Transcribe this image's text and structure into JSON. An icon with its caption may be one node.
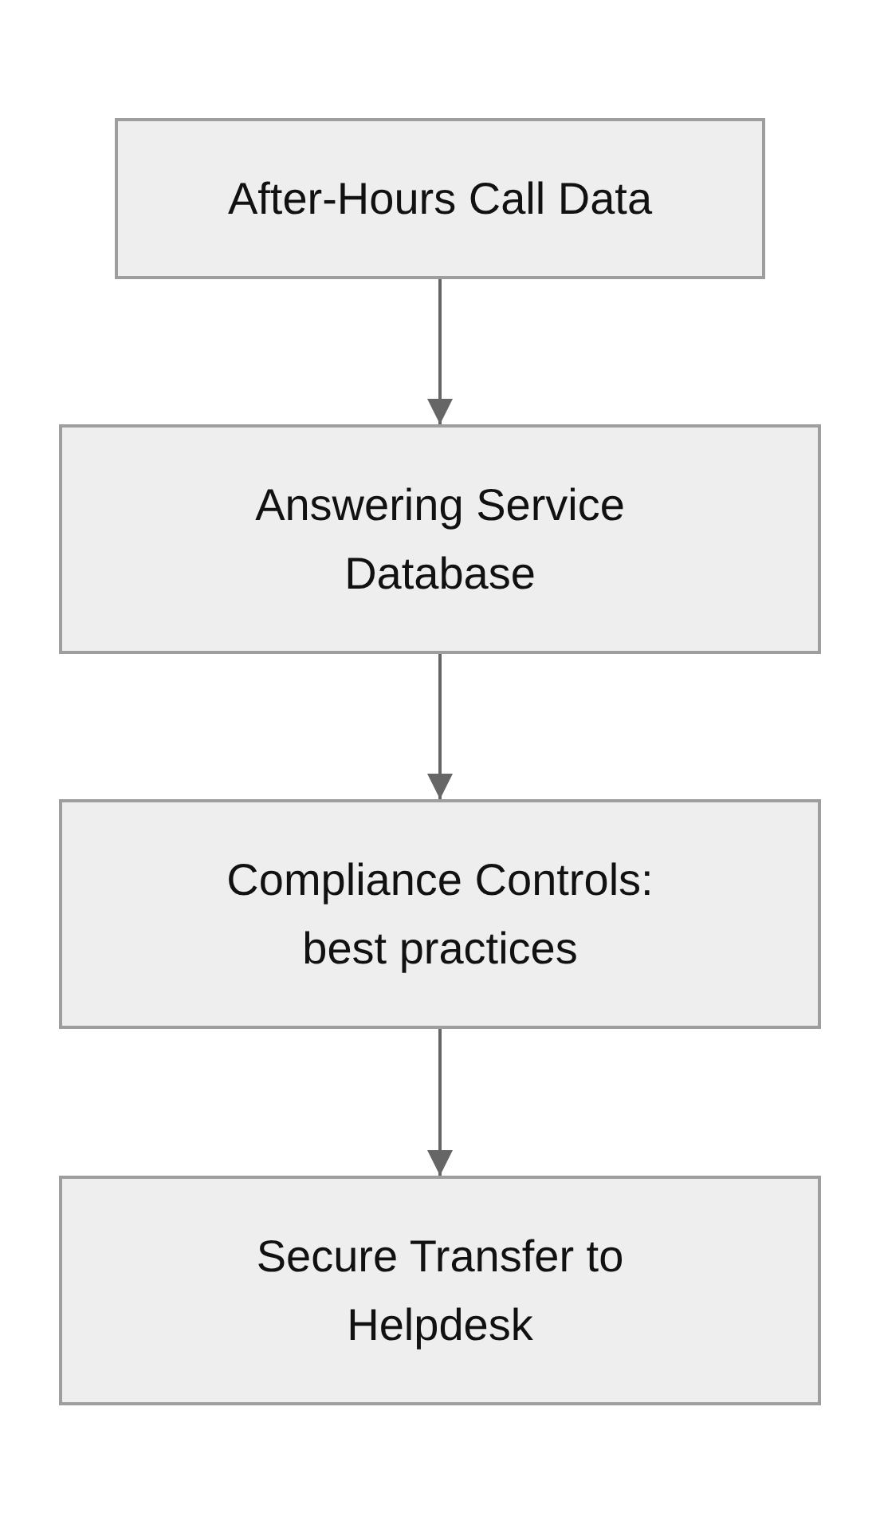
{
  "diagram": {
    "nodes": [
      {
        "text": [
          "After-Hours Call Data"
        ]
      },
      {
        "text": [
          "Answering Service Database"
        ]
      },
      {
        "text": [
          "Compliance Controls: best practices"
        ]
      },
      {
        "text": [
          "Secure Transfer to Helpdesk"
        ]
      }
    ],
    "edges": [
      {
        "from": 0,
        "to": 1,
        "arrow": "to"
      },
      {
        "from": 1,
        "to": 2,
        "arrow": "to"
      },
      {
        "from": 2,
        "to": 3,
        "arrow": "to"
      }
    ]
  }
}
